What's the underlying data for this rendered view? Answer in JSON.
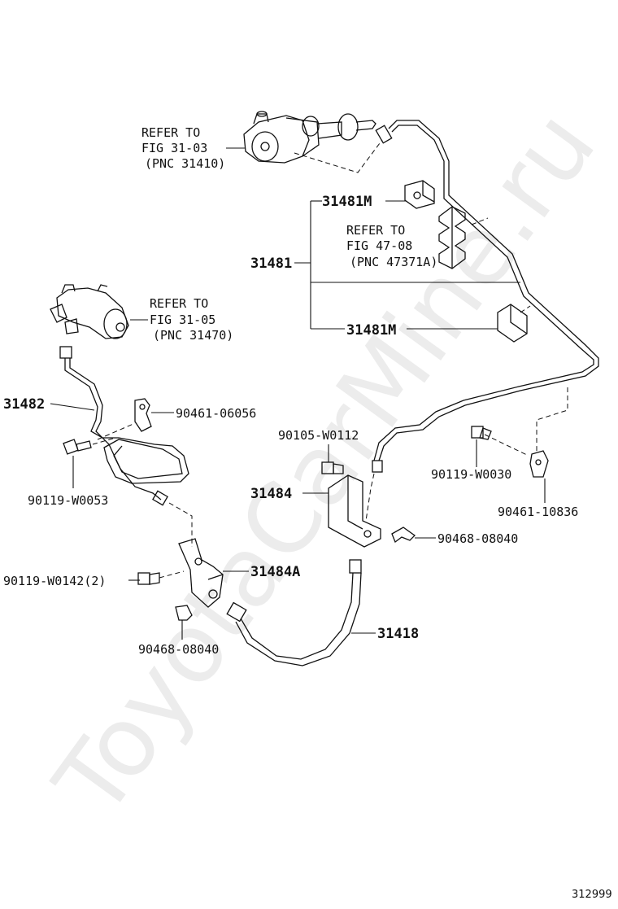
{
  "watermark": "ToyotaCarMine.ru",
  "diagram_id": "312999",
  "refs": {
    "master_cyl": {
      "line1": "REFER TO",
      "line2": "FIG 31-03",
      "line3": "(PNC 31410)"
    },
    "clamp": {
      "line1": "REFER TO",
      "line2": "FIG 47-08",
      "line3": "(PNC 47371A)"
    },
    "release_cyl": {
      "line1": "REFER TO",
      "line2": "FIG 31-05",
      "line3": "(PNC 31470)"
    }
  },
  "parts": {
    "p31481M_a": "31481M",
    "p31481": "31481",
    "p31481M_b": "31481M",
    "p31482": "31482",
    "p90461_06056": "90461-06056",
    "p90105_W0112": "90105-W0112",
    "p90119_W0053": "90119-W0053",
    "p31484": "31484",
    "p90119_W0030": "90119-W0030",
    "p90461_10836": "90461-10836",
    "p90468_08040_a": "90468-08040",
    "p90119_W0142": "90119-W0142(2)",
    "p31484A": "31484A",
    "p90468_08040_b": "90468-08040",
    "p31418": "31418"
  }
}
